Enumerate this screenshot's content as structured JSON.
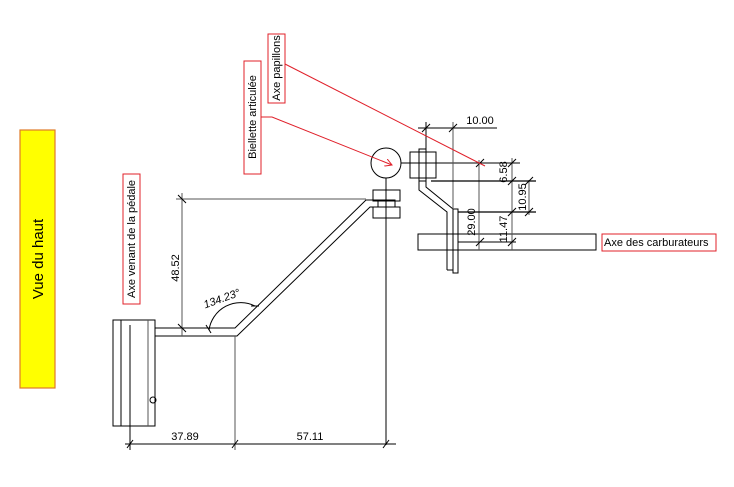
{
  "title_box": {
    "label": "Vue du haut",
    "fill": "#ffff00",
    "border": "#e07a2a"
  },
  "callouts": {
    "pedal_axis": "Axe venant de la pédale",
    "articulated_link": "Biellette articulée",
    "butterfly_axis": "Axe papillons",
    "carburetor_axis": "Axe des carburateurs"
  },
  "callout_color": "#e0202a",
  "dimensions": {
    "height_pedal": "48.52",
    "angle": "134.23°",
    "bottom_left": "37.89",
    "bottom_right": "57.11",
    "top_offset": "10.00",
    "d1": "6.58",
    "d2": "10.95",
    "d3": "29.00",
    "d4": "11.47"
  }
}
